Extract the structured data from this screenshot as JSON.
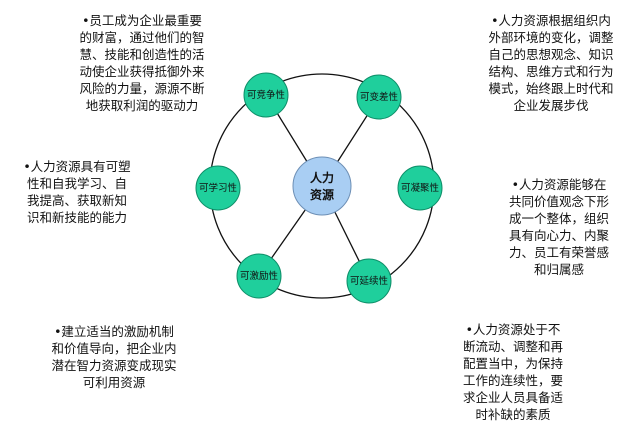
{
  "center": {
    "label_line1": "人力",
    "label_line2": "资源",
    "fill": "#a9cef3"
  },
  "node_fill": "#1fcf9c",
  "nodes": [
    {
      "id": "competitive",
      "label": "可竞争性"
    },
    {
      "id": "changeable",
      "label": "可变差性"
    },
    {
      "id": "cohesive",
      "label": "可凝聚性"
    },
    {
      "id": "continuous",
      "label": "可延续性"
    },
    {
      "id": "motivational",
      "label": "可激励性"
    },
    {
      "id": "learnable",
      "label": "可学习性"
    }
  ],
  "notes": {
    "top_left": "•员工成为企业最重要\n的财富，通过他们的智\n慧、技能和创造性的活\n动使企业获得抵御外来\n风险的力量，源源不断\n地获取利润的驱动力",
    "top_right": "•人力资源根据组织内\n外部环境的变化，调整\n自己的思想观念、知识\n结构、思维方式和行为\n模式，始终跟上时代和\n企业发展步伐",
    "mid_left": "•人力资源具有可塑\n性和自我学习、自\n我提高、获取新知\n识和新技能的能力",
    "mid_right": "•人力资源能够在\n共同价值观念下形\n成一个整体，组织\n具有向心力、内聚\n力、员工有荣誉感\n和归属感",
    "bottom_left": "•建立适当的激励机制\n和价值导向，把企业内\n潜在智力资源变成现实\n可利用资源",
    "bottom_right": "•人力资源处于不\n断流动、调整和再\n配置当中，为保持\n工作的连续性，要\n求企业人员具备适\n时补缺的素质"
  }
}
